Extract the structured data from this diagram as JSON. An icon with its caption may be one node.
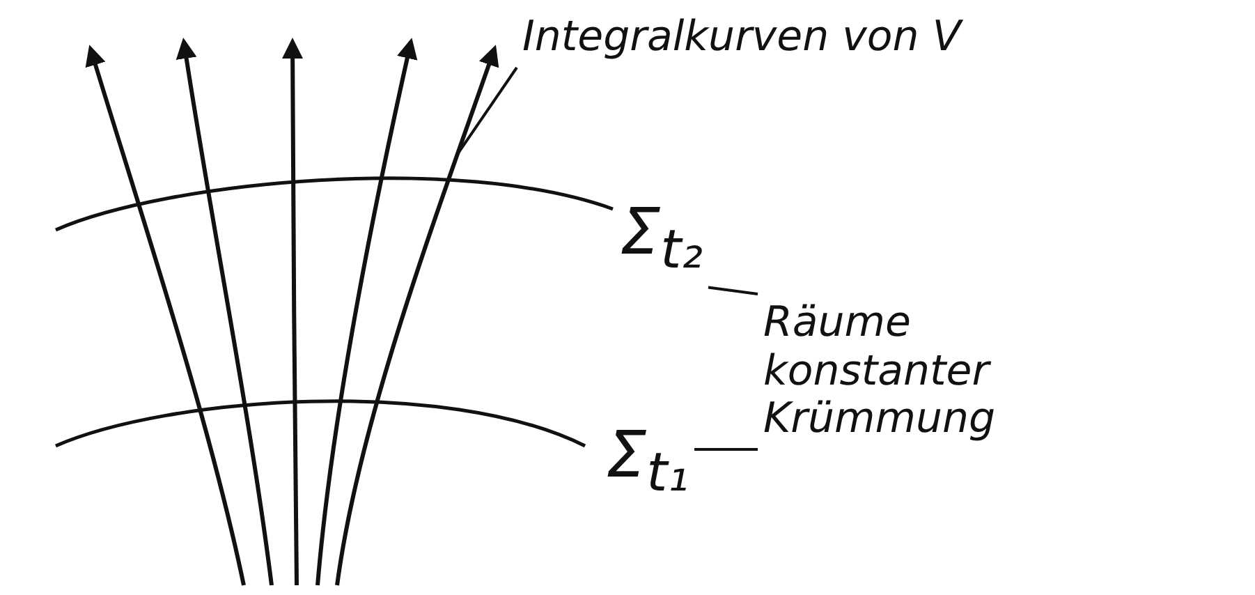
{
  "diagram": {
    "nodes": [
      {
        "text": [
          "Integralkurven von V"
        ]
      },
      {
        "text": [],
        "shape": "curve"
      },
      {
        "text": [
          "Σ$_{t₂}$"
        ]
      },
      {
        "text": [
          "Räume konstanter Krümmung"
        ]
      },
      {
        "text": [
          "Σ$_{t₁}$"
        ]
      }
    ],
    "edges": [
      {
        "from": 0,
        "to": 1,
        "arrow": "none"
      },
      {
        "from": 3,
        "to": 2,
        "arrow": "none"
      },
      {
        "from": 3,
        "to": 4,
        "arrow": "none"
      }
    ]
  }
}
